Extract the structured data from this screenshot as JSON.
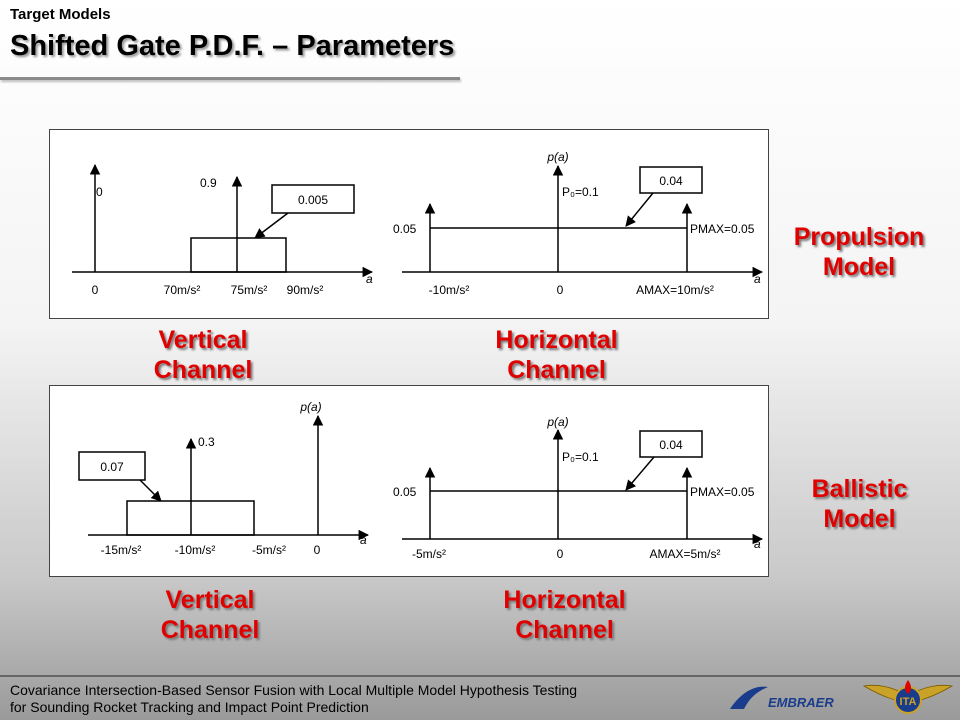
{
  "header": {
    "subtitle": "Target Models",
    "title": "Shifted Gate P.D.F. – Parameters"
  },
  "rows": {
    "propulsion": {
      "model_label": "Propulsion Model",
      "vertical": {
        "channel_label": "Vertical Channel",
        "impulse_value": "0",
        "peak_value": "0.9",
        "callout": "0.005",
        "axis_var": "a",
        "ticks": [
          "0",
          "70m/s²",
          "75m/s²",
          "90m/s²"
        ]
      },
      "horizontal": {
        "channel_label": "Horizontal Channel",
        "y_label": "p(a)",
        "p0": "P₀=0.1",
        "callout": "0.04",
        "level": "0.05",
        "pmax": "PMAX=0.05",
        "axis_var": "a",
        "ticks": [
          "-10m/s²",
          "0",
          "AMAX=10m/s²"
        ]
      }
    },
    "ballistic": {
      "model_label": "Ballistic Model",
      "vertical": {
        "channel_label": "Vertical Channel",
        "y_label": "p(a)",
        "peak_value": "0.3",
        "callout": "0.07",
        "axis_var": "a",
        "ticks": [
          "-15m/s²",
          "-10m/s²",
          "-5m/s²",
          "0"
        ]
      },
      "horizontal": {
        "channel_label": "Horizontal Channel",
        "y_label": "p(a)",
        "p0": "P₀=0.1",
        "callout": "0.04",
        "level": "0.05",
        "pmax": "PMAX=0.05",
        "axis_var": "a",
        "ticks": [
          "-5m/s²",
          "0",
          "AMAX=5m/s²"
        ]
      }
    }
  },
  "footer": {
    "line1": "Covariance Intersection-Based Sensor Fusion with Local Multiple Model Hypothesis Testing",
    "line2": "for Sounding Rocket Tracking and Impact Point Prediction"
  },
  "logos": {
    "embraer": "EMBRAER",
    "ita": "ITA"
  },
  "colors": {
    "accent_red": "#e00000",
    "logo_blue": "#1a3c8c"
  }
}
